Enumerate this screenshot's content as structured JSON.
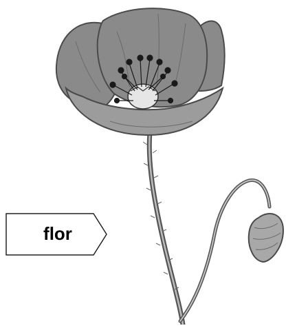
{
  "label": {
    "text": "flor"
  },
  "colors": {
    "petal_fill": "#8a8a8a",
    "petal_inner": "#9c9c9c",
    "petal_outline": "#4a4a4a",
    "stem": "#555555",
    "center_dark": "#1a1a1a",
    "center_light": "#e6e6e6",
    "bud_fill": "#a8a8a8",
    "background": "#ffffff"
  },
  "icons": {
    "illustration": "poppy-flower-illustration",
    "label_tag": "arrow-tag-shape"
  }
}
